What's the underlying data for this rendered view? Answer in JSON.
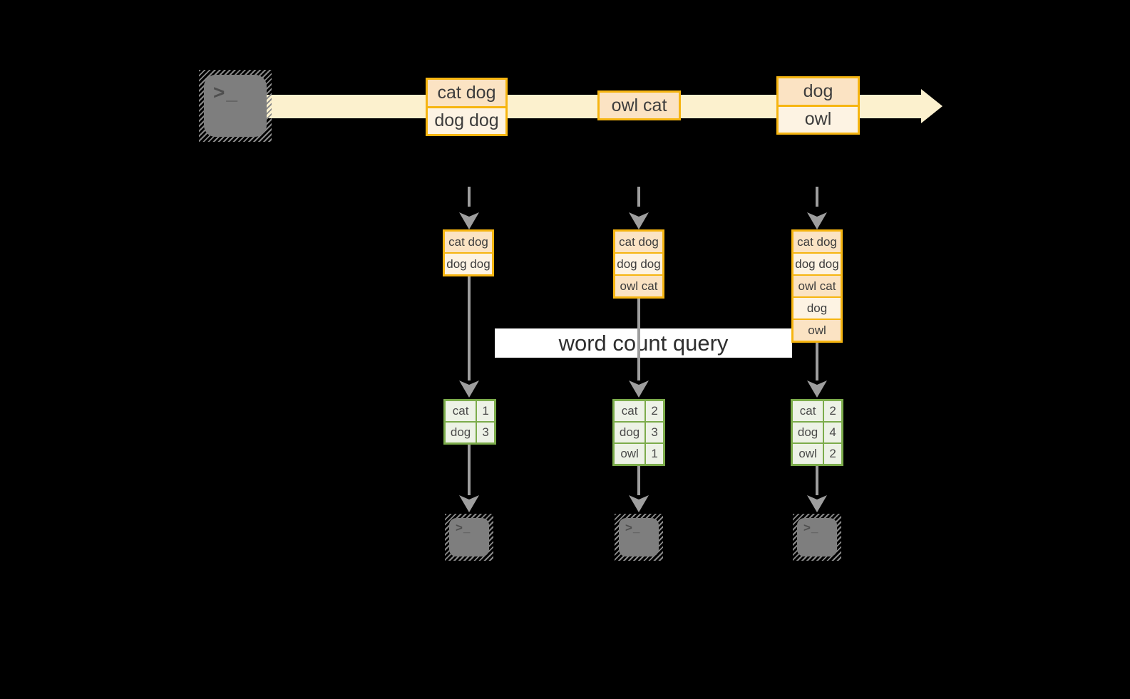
{
  "query_label": "word count query",
  "source_terminal": {
    "glyph": ">_"
  },
  "timeline": {
    "boxes": [
      {
        "rows": [
          "cat dog",
          "dog dog"
        ]
      },
      {
        "rows": [
          "owl cat"
        ]
      },
      {
        "rows": [
          "dog",
          "owl"
        ]
      }
    ]
  },
  "micro_batches": [
    {
      "rows": [
        "cat dog",
        "dog dog"
      ]
    },
    {
      "rows": [
        "cat dog",
        "dog dog",
        "owl cat"
      ]
    },
    {
      "rows": [
        "cat dog",
        "dog dog",
        "owl cat",
        "dog",
        "owl"
      ]
    }
  ],
  "result_tables": [
    {
      "rows": [
        {
          "word": "cat",
          "count": 1
        },
        {
          "word": "dog",
          "count": 3
        }
      ]
    },
    {
      "rows": [
        {
          "word": "cat",
          "count": 2
        },
        {
          "word": "dog",
          "count": 3
        },
        {
          "word": "owl",
          "count": 1
        }
      ]
    },
    {
      "rows": [
        {
          "word": "cat",
          "count": 2
        },
        {
          "word": "dog",
          "count": 4
        },
        {
          "word": "owl",
          "count": 2
        }
      ]
    }
  ],
  "sink_terminals": [
    {
      "glyph": ">_"
    },
    {
      "glyph": ">_"
    },
    {
      "glyph": ">_"
    }
  ],
  "colors": {
    "background": "#000000",
    "stream_band": "#FCF1CE",
    "orange_border": "#F6B511",
    "fill_peach": "#FBE3C3",
    "fill_cream": "#FDF3E3",
    "green_border": "#7CAC4B",
    "green_fill": "#EDF2E6",
    "arrow_gray": "#9E9E9E",
    "terminal_gray": "#7E7E7E",
    "label_background": "#FFFFFF"
  }
}
